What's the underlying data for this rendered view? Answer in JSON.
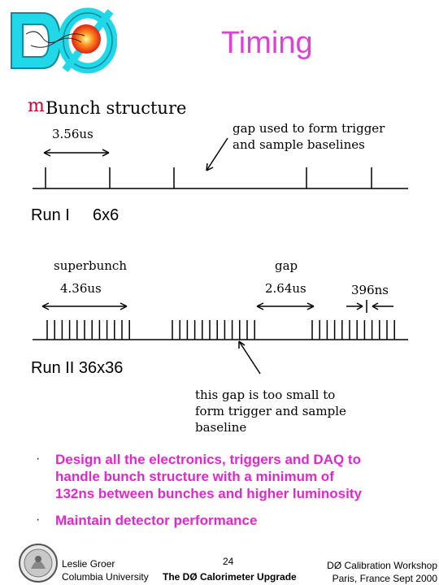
{
  "title": "Timing",
  "heading": {
    "marker": "m",
    "text": "Bunch structure"
  },
  "run1": {
    "spacing_label": "3.56us",
    "gap_note": "gap used to form trigger\nand sample baselines",
    "run_label": "Run I",
    "config_label": "6x6"
  },
  "run2": {
    "superbunch_label": "superbunch",
    "superbunch_length": "4.36us",
    "gap_label": "gap",
    "gap_length": "2.64us",
    "spacing_label": "396ns",
    "run_label": "Run II 36x36",
    "small_gap_note": "this gap is too small to\nform trigger and sample\nbaseline"
  },
  "bullets": [
    {
      "marker": "·",
      "text": "Design all the electronics, triggers and DAQ to\nhandle bunch structure with a minimum of\n132ns between bunches and higher luminosity"
    },
    {
      "marker": "·",
      "text": "Maintain detector performance"
    }
  ],
  "footer": {
    "author": "Leslie Groer\nColumbia University",
    "page": "24",
    "center": "The DØ Calorimeter Upgrade",
    "right": "DØ Calibration Workshop\nParis, France Sept 2000"
  },
  "colors": {
    "title": "#e040d8",
    "bullets": "#e028cc",
    "logo_cyan": "#20d8e8",
    "logo_orange": "#f08020"
  }
}
